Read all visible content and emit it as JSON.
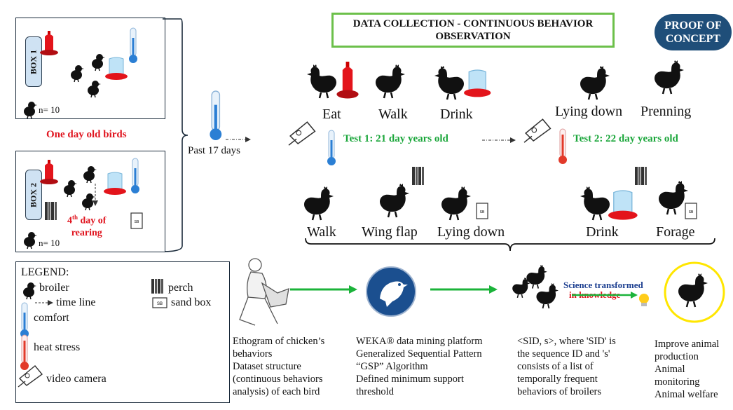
{
  "header": {
    "title": "DATA COLLECTION - CONTINUOUS BEHAVIOR OBSERVATION",
    "badge": "PROOF OF CONCEPT"
  },
  "box1": {
    "label": "BOX 1",
    "count": "n= 10"
  },
  "box2": {
    "label": "BOX 2",
    "count": "n= 10",
    "note_sup": "th",
    "note_num": "4",
    "note_a": "day of",
    "note_b": "rearing"
  },
  "one_day": "One day old birds",
  "past": "Past 17 days",
  "test1": "Test 1: 21 day  years old",
  "test2": "Test 2:  22 day years old",
  "behaviors_top": [
    "Eat",
    "Walk",
    "Drink",
    "Lying down",
    "Prenning"
  ],
  "behaviors_bottom": [
    "Walk",
    "Wing flap",
    "Lying down",
    "Drink",
    "Forage"
  ],
  "legend": {
    "title": "LEGEND:",
    "broiler": "broiler",
    "timeline": "time line",
    "comfort": "comfort",
    "heat": "heat stress",
    "camera": "video camera",
    "perch": "perch",
    "sandbox": "sand box",
    "sb": "SB"
  },
  "steps": {
    "ethogram": [
      "Ethogram of chicken’s",
      "behaviors",
      "Dataset structure",
      "(continuous behaviors",
      "analysis) of each bird"
    ],
    "weka": [
      "WEKA® data mining platform",
      "Generalized Sequential Pattern",
      "“GSP” Algorithm",
      "Defined minimum support",
      "threshold"
    ],
    "sid": [
      "<SID, s>, where 'SID' is",
      "the sequence ID and 's'",
      "consists of a list of",
      "temporally frequent",
      "behaviors of broilers"
    ],
    "improve": [
      "Improve animal",
      "production",
      "Animal",
      "monitoring",
      "Animal welfare"
    ]
  },
  "science": {
    "line1": "Science transformed",
    "line2": "in knowledge"
  },
  "colors": {
    "accent_green": "#6cc04a",
    "badge": "#1f4e79",
    "red_text": "#e0141e",
    "green_text": "#1aa63a",
    "blue_text": "#1a3d8f"
  }
}
